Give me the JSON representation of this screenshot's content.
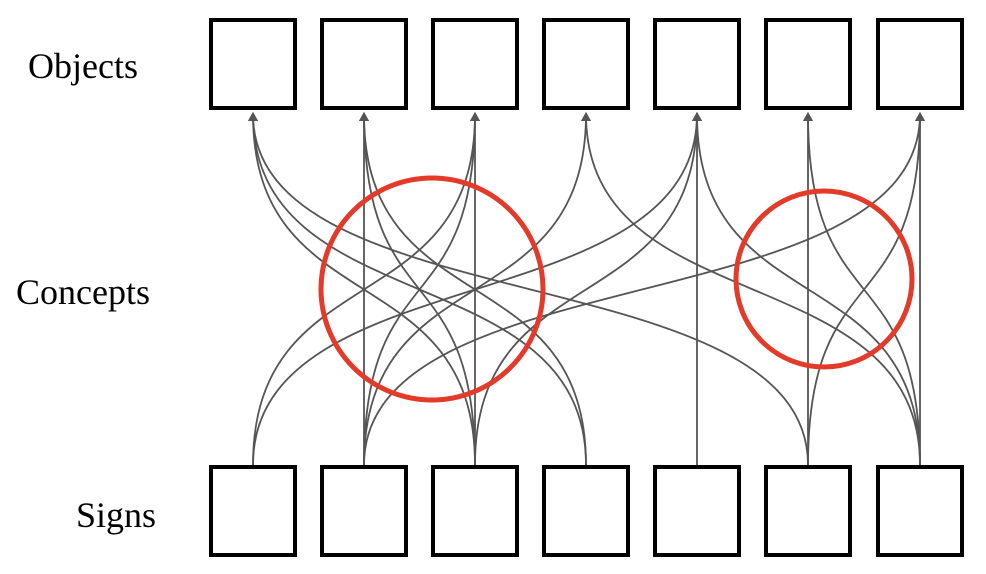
{
  "labels": {
    "objects": "Objects",
    "concepts": "Concepts",
    "signs": "Signs"
  },
  "colors": {
    "box_stroke": "#000000",
    "link": "#555555",
    "highlight": "#e43a2a"
  },
  "objects": [
    "",
    "",
    "",
    "",
    "",
    "",
    ""
  ],
  "signs": [
    "",
    "",
    "",
    "",
    "",
    "",
    ""
  ],
  "links": [
    {
      "sign": 0,
      "object": 2
    },
    {
      "sign": 0,
      "object": 4
    },
    {
      "sign": 1,
      "object": 1
    },
    {
      "sign": 1,
      "object": 2
    },
    {
      "sign": 1,
      "object": 3
    },
    {
      "sign": 1,
      "object": 6
    },
    {
      "sign": 2,
      "object": 0
    },
    {
      "sign": 2,
      "object": 1
    },
    {
      "sign": 2,
      "object": 2
    },
    {
      "sign": 2,
      "object": 4
    },
    {
      "sign": 3,
      "object": 0
    },
    {
      "sign": 3,
      "object": 1
    },
    {
      "sign": 4,
      "object": 4
    },
    {
      "sign": 5,
      "object": 0
    },
    {
      "sign": 5,
      "object": 5
    },
    {
      "sign": 5,
      "object": 6
    },
    {
      "sign": 6,
      "object": 3
    },
    {
      "sign": 6,
      "object": 4
    },
    {
      "sign": 6,
      "object": 5
    },
    {
      "sign": 6,
      "object": 6
    }
  ]
}
